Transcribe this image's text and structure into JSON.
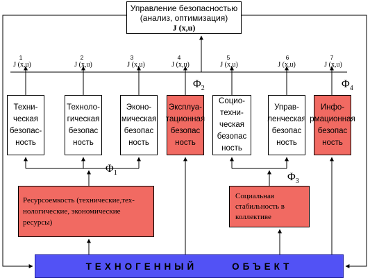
{
  "top_box": {
    "line1": "Управление безопасностью",
    "line2": "(анализ, оптимизация)",
    "line3": "J (x,u)"
  },
  "indicators": [
    {
      "num": "1",
      "label": "J (x,u)"
    },
    {
      "num": "2",
      "label": "J (x,u)"
    },
    {
      "num": "3",
      "label": "J (x,u)"
    },
    {
      "num": "4",
      "label": "J (x,u)"
    },
    {
      "num": "5",
      "label": "J (x,u)"
    },
    {
      "num": "6",
      "label": "J (x,u)"
    },
    {
      "num": "7",
      "label": "J (x,u)"
    }
  ],
  "safety_boxes": [
    {
      "text": "Техни-\nческая\nбезопас-\nность",
      "highlight": false
    },
    {
      "text": "Техноло-\nгическая\nбезопас\nность",
      "highlight": false
    },
    {
      "text": "Эконо-\nмическая\nбезопас\nность",
      "highlight": false
    },
    {
      "text": "Эксплуа-\nтационная\nбезопас\nность",
      "highlight": true
    },
    {
      "text": "Социо-\nтехни-\nческая\nбезопас\nность",
      "highlight": false
    },
    {
      "text": "Управ-\nленческая\nбезопас\nность",
      "highlight": false
    },
    {
      "text": "Инфо-\nрмационная\nбезопас\nность",
      "highlight": true
    }
  ],
  "phi": {
    "phi1": {
      "symbol": "Φ",
      "sub": "1"
    },
    "phi2": {
      "symbol": "Φ",
      "sub": "2"
    },
    "phi3": {
      "symbol": "Φ",
      "sub": "3"
    },
    "phi4": {
      "symbol": "Φ",
      "sub": "4"
    }
  },
  "resource_box": "Ресурсоемкость (технические,тех-нологические, экономические ресурсы)",
  "social_box": "Социальная стабильность в коллективе",
  "object_box": {
    "word1": "ТЕХНОГЕННЫЙ",
    "word2": "ОБЪЕКТ"
  },
  "colors": {
    "highlight": "#f16a62",
    "object": "#5252f5",
    "line": "#000000"
  }
}
